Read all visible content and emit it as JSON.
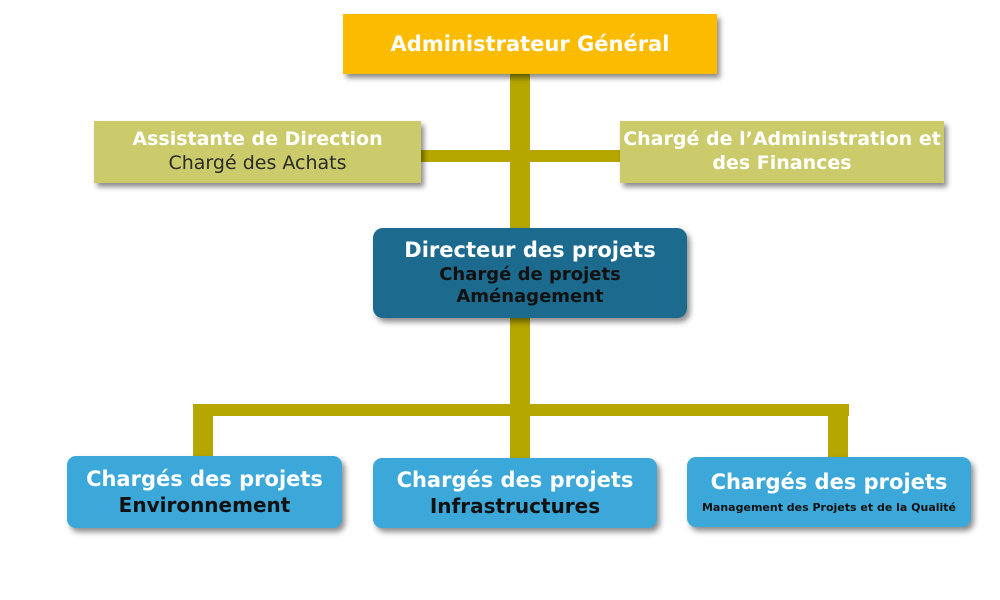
{
  "org_chart": {
    "top": {
      "label": "Administrateur Général"
    },
    "staff_left": {
      "line1": "Assistante de Direction",
      "line2": "Chargé des Achats"
    },
    "staff_right": {
      "line1": "Chargé de l’Administration et",
      "line2": "des Finances"
    },
    "director": {
      "line1": "Directeur des projets",
      "line2": "Chargé de projets",
      "line3": "Aménagement"
    },
    "teams": [
      {
        "line1": "Chargés des projets",
        "line2": "Environnement"
      },
      {
        "line1": "Chargés des projets",
        "line2": "Infrastructures"
      },
      {
        "line1": "Chargés des projets",
        "line2": "Management des Projets et de la Qualité"
      }
    ]
  },
  "colors": {
    "top": "#fbbb00",
    "staff": "#cbcb6c",
    "director": "#1c6a8e",
    "team": "#3ca8da",
    "connector": "#b5a600"
  }
}
